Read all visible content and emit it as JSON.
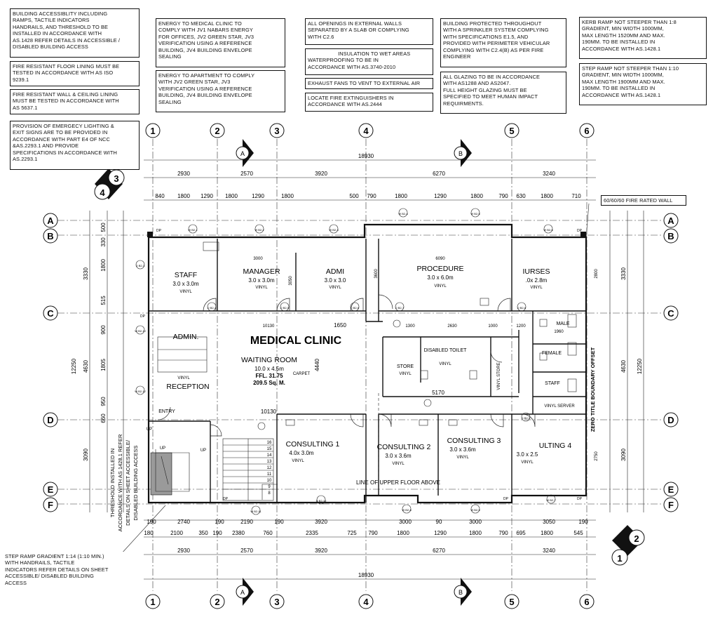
{
  "notes": {
    "accessibility": [
      "BUILDING ACCESSIBLITY INCLUDING",
      "RAMPS, TACTILE INDICATORS",
      "HANDRAILS, AND THRESHOLD TO BE",
      "INSTALLED IN ACCORDANCE WITH",
      "AS.1428 REFER DETAILS IN ACCESSIBLE /",
      "DISABLED BUILDING ACCESS"
    ],
    "fire_floor": [
      "FIRE RESISTANT FLOOR LINING MUST BE",
      "TESTED IN ACCORDANCE WITH AS ISO",
      "9239.1"
    ],
    "fire_wall": [
      "FIRE RESISTANT WALL & CEILING LINING",
      "MUST BE TESTED IN ACCORDANCE WITH",
      "AS 5637.1"
    ],
    "emergency": [
      "PROVISION OF EMERGECY LIGHTING &",
      "EXIT SIGNS ARE TO BE PROVIDED IN",
      "ACCORDANCE  WITH PART E4 OF NCC",
      "&AS.2293.1 AND PROVIDE",
      "SPECIFICATIONS IN ACCORDANCE WITH",
      "AS.2293.1"
    ],
    "energy_clinic": [
      "ENERGY TO MEDICAL CLINIC TO",
      "COMPLY WITH JV1 NABARS ENERGY",
      "FOR OFFICES, JV2 GREEN STAR, JV3",
      "VERIFICATION USING A REFERENCE",
      "BUILDING, JV4 BUILDING ENVELOPE",
      "SEALING"
    ],
    "energy_apartment": [
      "ENERGY TO APARTMENT TO COMPLY",
      "WITH JV2 GREEN STAR, JV3",
      "VERIFICATION USING A REFERENCE",
      "BUILDING, JV4 BUILDING ENVELOPE",
      "SEALING"
    ],
    "openings": [
      "ALL OPENINGS IN EXTERNAL WALLS",
      "SEPARATED BY  A SLAB OR COMPLYING",
      "WITH C2.6"
    ],
    "insulation": [
      "                    INSULATION TO WET AREAS",
      "WATERPROOFING TO BE IN",
      "ACCORDANCE WITH AS.3740-2010"
    ],
    "exhaust": [
      "EXHAUST FANS TO VENT TO EXTERNAL AIR"
    ],
    "extinguishers": [
      "LOCATE  FIRE EXTINGUISHERS IN",
      "ACCORDANCE WITH AS.2444"
    ],
    "sprinkler": [
      "BUILDING PROTECTED THROUGHOUT",
      "WITH A SPRINKLER SYSTEM COMPLYING",
      "WITH SPECIFICATIONS E1.5, AND",
      "PROVIDED WITH PERIMETER VEHICULAR",
      "COMPLYING WITH C2.4(B) AS PER FIRE",
      "ENGINEER"
    ],
    "glazing": [
      "ALL GLAZING TO BE IN ACCORDANCE",
      "WITH AS1288 AND AS2047.",
      "FULL HEIGHT GLAZING MUST BE",
      "SPECIFIED TO MEET HUMAN IMPACT",
      "REQUIRMENTS."
    ],
    "kerb_ramp": [
      "KERB RAMP NOT STEEPER THAN 1:8",
      "GRADIENT, MIN WIDTH 1000mm,",
      "MAX LENGTH 1520mm AND MAX.",
      "190mm.  TO BE INSTALLED IN",
      "ACCORDANCE WITH AS.1428.1"
    ],
    "step_ramp": [
      "STEP RAMP NOT STEEPER THAN 1:10",
      "GRADIENT, MIN WIDTH 1000mm,",
      "MAX LENGTH 1900mm AND MAX.",
      "190mm.  TO BE INSTALLED IN",
      "ACCORDANCE WITH AS.1428.1"
    ],
    "fire_rated_wall": [
      "60/60/60 FIRE RATED WALL"
    ],
    "step_ramp_gradient": [
      "STEP RAMP GRADIENT 1:14 (1:10 MIN.)",
      "WITH HANDRAILS, TACTILE",
      "INDICATORS REFER DETAILS ON SHEET",
      "ACCESSIBLE/ DISABLED BUILDING",
      "ACCESS"
    ]
  },
  "grid": {
    "columns": [
      "1",
      "2",
      "3",
      "4",
      "5",
      "6"
    ],
    "rows": [
      "A",
      "B",
      "C",
      "D",
      "E",
      "F"
    ]
  },
  "title": "MEDICAL CLINIC",
  "rooms": [
    {
      "name": "STAFF",
      "size": "3.0 x 3.0m",
      "finish": "VINYL"
    },
    {
      "name": "MANAGER",
      "size": "3.0 x 3.0m",
      "finish": "VINYL"
    },
    {
      "name": "ADMI",
      "size": "3.0 x 3.0",
      "finish": "VINYL"
    },
    {
      "name": "PROCEDURE",
      "size": "3.0 x 6.0m",
      "finish": "VINYL"
    },
    {
      "name": "IURSES",
      "size": ".0x 2.8m",
      "finish": "VINYL"
    },
    {
      "name": "ADMIN.",
      "size": "",
      "finish": ""
    },
    {
      "name": "RECEPTION",
      "size": "",
      "finish": "VINYL"
    },
    {
      "name": "WAITING ROOM",
      "size": "10.0 x 4.5m",
      "finish": "CARPET"
    },
    {
      "name": "CONSULTING 1",
      "size": "4.0x 3.0m",
      "finish": "VINYL"
    },
    {
      "name": "CONSULTING 2",
      "size": "3.0 x 3.6m",
      "finish": "VINYL"
    },
    {
      "name": "CONSULTING 3",
      "size": "3.0 x 3.6m",
      "finish": "VINYL"
    },
    {
      "name": "ULTING 4",
      "size": "3.0 x 2.5",
      "finish": "VINYL"
    },
    {
      "name": "STORE",
      "size": "",
      "finish": "VINYL"
    },
    {
      "name": "DISABLED TOILET",
      "size": "",
      "finish": "VINYL"
    },
    {
      "name": "VINYL STORE",
      "size": "",
      "finish": ""
    },
    {
      "name": "MALE",
      "size": "",
      "finish": ""
    },
    {
      "name": "FEMALE",
      "size": "",
      "finish": ""
    },
    {
      "name": "STAFF",
      "size": "",
      "finish": ""
    },
    {
      "name": "VINYL SERVER",
      "size": "",
      "finish": ""
    },
    {
      "name": "ENTRY",
      "size": "",
      "finish": ""
    }
  ],
  "ffl": "FFL. 31.75",
  "area": "209.5 Sq. M.",
  "boundary_label": "ZERO TITLE BOUNDARY OFFSET",
  "upper_floor_label": "LINE OF UPPER FLOOR ABOVE",
  "threshold_note": [
    "THRESHOLD INSTALLED IN",
    "ACCORDANCE WITH AS 1428.1 REFER",
    "DETAILS ON SHEET ACCESSIBLE/",
    "DISABLED BUILDING ACCESS"
  ],
  "dimensions": {
    "overall_width": "18930",
    "overall_depth": "12250",
    "top_segments": [
      "2930",
      "2570",
      "3920",
      "6270",
      "3240"
    ],
    "top_detail": [
      "840",
      "1800",
      "1290",
      "1800",
      "1290",
      "1800",
      "500",
      "790",
      "1800",
      "1290",
      "1800",
      "790",
      "630",
      "1800",
      "710"
    ],
    "bottom_segments": [
      "2930",
      "2570",
      "3920",
      "6270",
      "3240"
    ],
    "bottom_detail": [
      "180",
      "2100",
      "350",
      "190",
      "2380",
      "760",
      "2335",
      "725",
      "790",
      "1800",
      "1290",
      "1800",
      "790",
      "695",
      "1800",
      "545"
    ],
    "bottom_rooms": [
      "190",
      "2740",
      "190",
      "2190",
      "190",
      "3920",
      "3000",
      "90",
      "3000",
      "3050",
      "190"
    ],
    "left_rows": [
      "3330",
      "4630",
      "3090"
    ],
    "left_detail": [
      "500",
      "330",
      "1800",
      "515",
      "900",
      "1805",
      "950",
      "660"
    ],
    "right_rows": [
      "3330",
      "4630",
      "3090"
    ],
    "interior": [
      "3000",
      "6090",
      "10130",
      "1650",
      "10130",
      "5170",
      "1300",
      "2630",
      "1000",
      "1200",
      "1960",
      "4440",
      "3050",
      "3600",
      "2800",
      "2750"
    ]
  },
  "stair_numbers": [
    "16",
    "15",
    "14",
    "13",
    "12",
    "11",
    "10",
    "9",
    "8"
  ],
  "stair_up": "UP",
  "section_a": "A",
  "section_b": "B",
  "elev_marks": [
    "1",
    "2",
    "3",
    "4"
  ],
  "tags": [
    "W B2-1",
    "W B2-2",
    "W B2-3",
    "W B2-4",
    "W B2-5",
    "W B2-6",
    "D B2-3",
    "D B2-4",
    "D B2-5",
    "D B2-6",
    "D B2-7",
    "D B2-8",
    "D B2-9",
    "D B2-10",
    "W B2-11",
    "W B2-12",
    "W B2-7",
    "W B2-8",
    "W B2-9",
    "W B2-10",
    "DP"
  ]
}
